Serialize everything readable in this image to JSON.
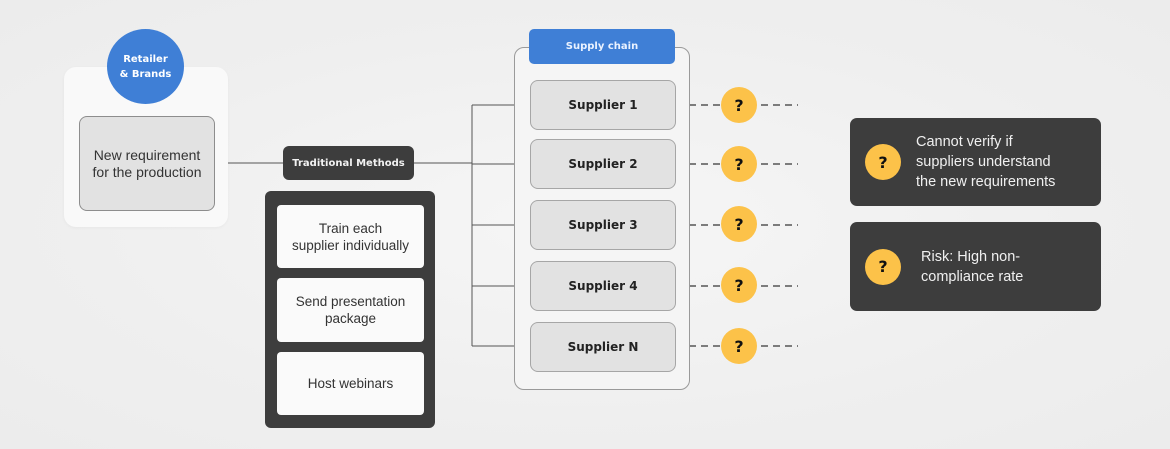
{
  "retailer": {
    "label": "Retailer\n& Brands",
    "requirement": "New requirement\nfor the production"
  },
  "traditional_methods": {
    "label": "Traditional Methods",
    "methods": [
      {
        "label": "Train each\nsupplier individually"
      },
      {
        "label": "Send presentation\npackage"
      },
      {
        "label": "Host webinars"
      }
    ]
  },
  "supply_chain": {
    "title": "Supply chain",
    "suppliers": [
      {
        "label": "Supplier 1",
        "status_icon": "question-mark"
      },
      {
        "label": "Supplier 2",
        "status_icon": "question-mark"
      },
      {
        "label": "Supplier 3",
        "status_icon": "question-mark"
      },
      {
        "label": "Supplier 4",
        "status_icon": "question-mark"
      },
      {
        "label": "Supplier N",
        "status_icon": "question-mark"
      }
    ],
    "status_symbol": "?"
  },
  "outcomes": [
    {
      "icon": "question-mark",
      "symbol": "?",
      "text": "Cannot verify if\nsuppliers understand\nthe new requirements"
    },
    {
      "icon": "question-mark",
      "symbol": "?",
      "text": "Risk: High non-\ncompliance rate"
    }
  ],
  "colors": {
    "accent_blue": "#3f7fd6",
    "dark_panel": "#3d3d3d",
    "question_yellow": "#fcc249",
    "connector": "#555555"
  }
}
